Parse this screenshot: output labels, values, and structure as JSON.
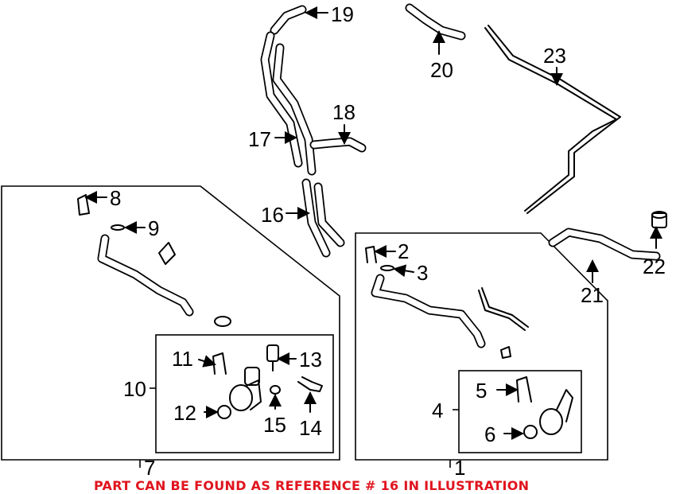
{
  "diagram": {
    "callouts": {
      "c1": "1",
      "c2": "2",
      "c3": "3",
      "c4": "4",
      "c5": "5",
      "c6": "6",
      "c7": "7",
      "c8": "8",
      "c9": "9",
      "c10": "10",
      "c11": "11",
      "c12": "12",
      "c13": "13",
      "c14": "14",
      "c15": "15",
      "c16": "16",
      "c17": "17",
      "c18": "18",
      "c19": "19",
      "c20": "20",
      "c21": "21",
      "c22": "22",
      "c23": "23"
    },
    "note": "PART CAN BE FOUND AS REFERENCE # 16 IN ILLUSTRATION",
    "note_color": "#e0141e"
  }
}
